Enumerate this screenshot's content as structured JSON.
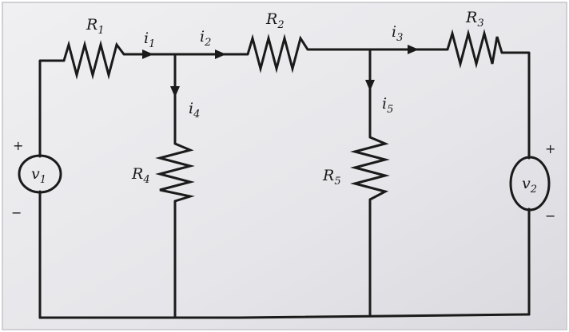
{
  "resistors": {
    "r1": {
      "letter": "R",
      "sub": "1"
    },
    "r2": {
      "letter": "R",
      "sub": "2"
    },
    "r3": {
      "letter": "R",
      "sub": "3"
    },
    "r4": {
      "letter": "R",
      "sub": "4"
    },
    "r5": {
      "letter": "R",
      "sub": "5"
    }
  },
  "currents": {
    "i1": {
      "letter": "i",
      "sub": "1"
    },
    "i2": {
      "letter": "i",
      "sub": "2"
    },
    "i3": {
      "letter": "i",
      "sub": "3"
    },
    "i4": {
      "letter": "i",
      "sub": "4"
    },
    "i5": {
      "letter": "i",
      "sub": "5"
    }
  },
  "sources": {
    "v1": {
      "letter": "v",
      "sub": "1",
      "plus": "+",
      "minus": "−"
    },
    "v2": {
      "letter": "v",
      "sub": "2",
      "plus": "+",
      "minus": "−"
    }
  },
  "colors": {
    "paper": "#e9e9ec",
    "ink": "#1a1a1a"
  }
}
